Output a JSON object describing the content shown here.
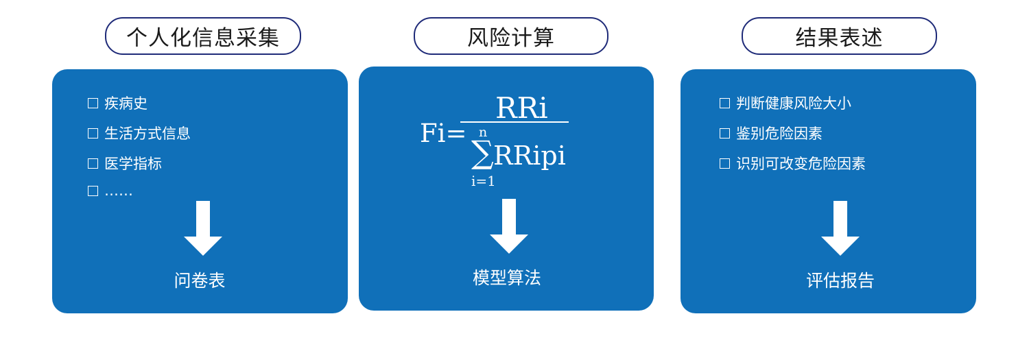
{
  "steps": [
    {
      "title": "个人化信息采集",
      "items": [
        "疾病史",
        "生活方式信息",
        "医学指标",
        "……"
      ],
      "result": "问卷表"
    },
    {
      "title": "风险计算",
      "formula": {
        "lhs": "Fi=",
        "numerator": "RRi",
        "sum_upper": "n",
        "sum_symbol": "∑",
        "sum_term": "RRipi",
        "sum_lower": "i=1"
      },
      "result": "模型算法"
    },
    {
      "title": "结果表述",
      "items": [
        "判断健康风险大小",
        "鉴别危险因素",
        "识别可改变危险因素"
      ],
      "result": "评估报告"
    }
  ],
  "colors": {
    "panel": "#1070b9",
    "pill_border": "#1e2a78",
    "text_on_panel": "#ffffff"
  },
  "icons": {
    "checkbox": "checkbox-icon",
    "arrow": "arrow-down-icon"
  }
}
